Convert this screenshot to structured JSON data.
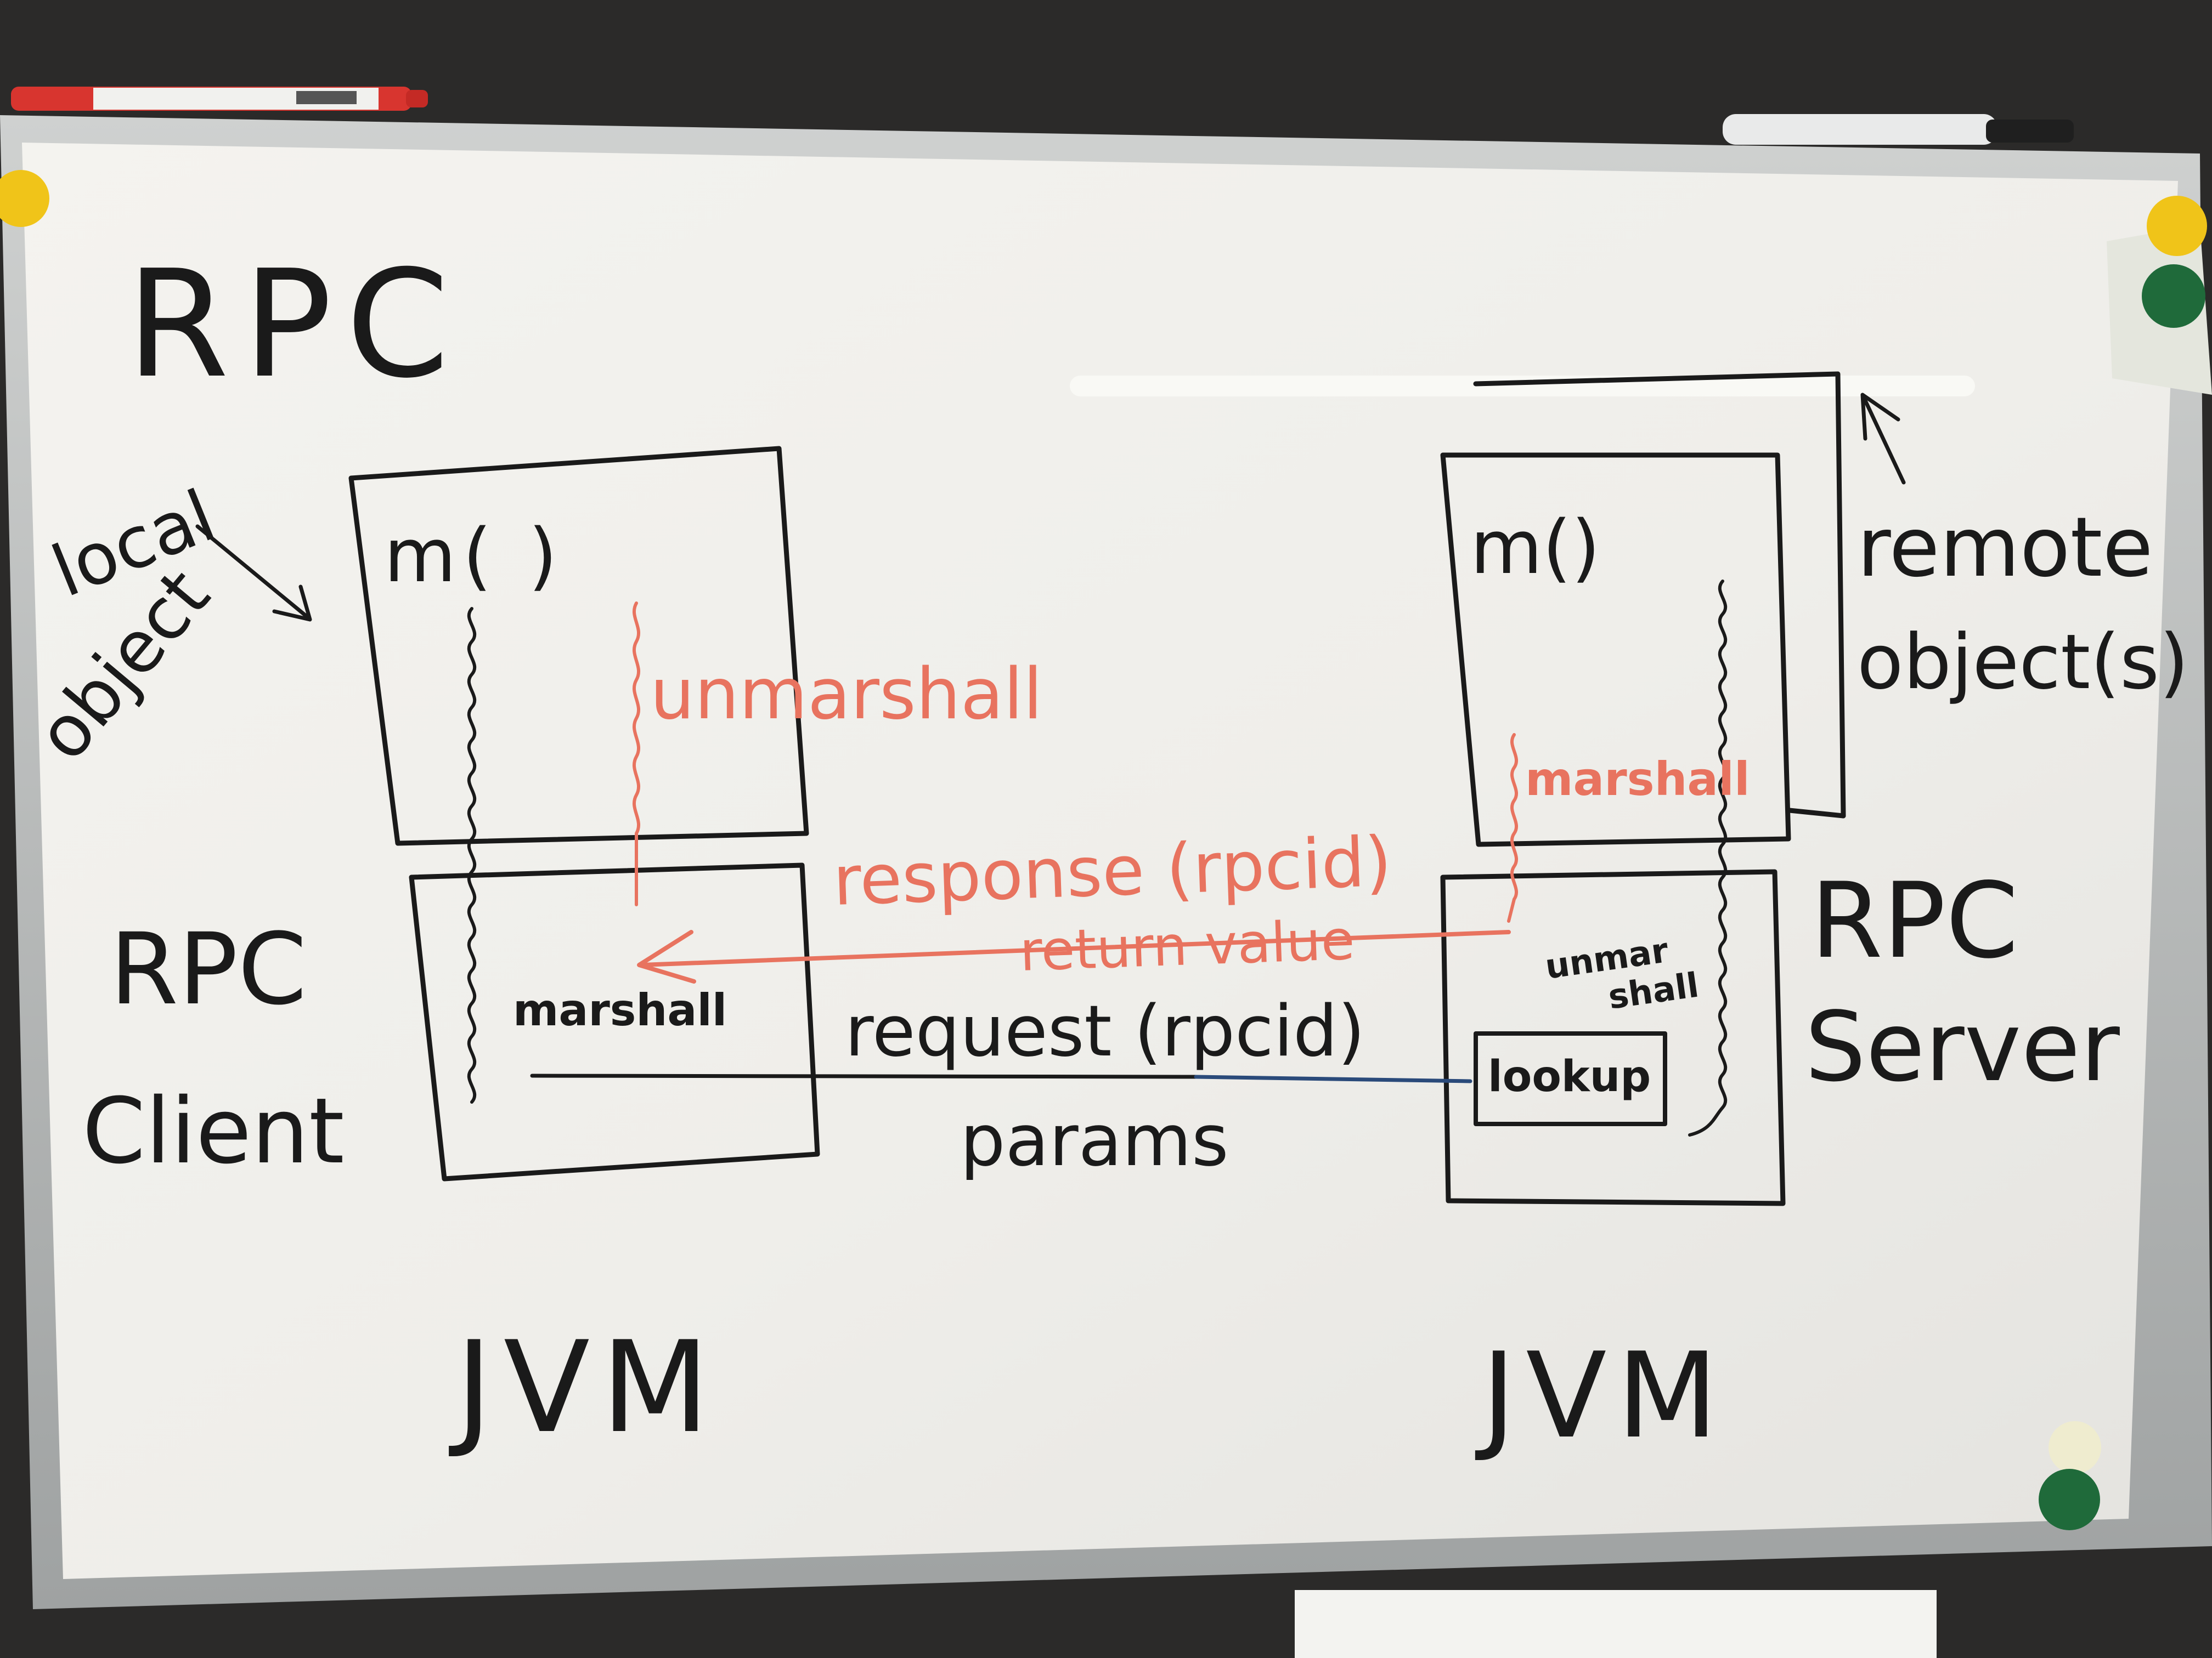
{
  "title": "RPC",
  "annotations": {
    "local_object_line1": "local",
    "local_object_line2": "object",
    "remote_objects_line1": "remote",
    "remote_objects_line2": "object(s)"
  },
  "client": {
    "method": "m( )",
    "unmarshall": "unmarshall",
    "marshall": "marshall",
    "label_line1": "RPC",
    "label_line2": "Client",
    "jvm": "JVM"
  },
  "server": {
    "method": "m()",
    "marshall": "marshall",
    "unmarshall_line1": "unmar",
    "unmarshall_line2": "shall",
    "lookup": "lookup",
    "label_line1": "RPC",
    "label_line2": "Server",
    "jvm": "JVM"
  },
  "messages": {
    "response": "response (rpcid)",
    "return_value": "return value",
    "request": "request (rpcid)",
    "params": "params"
  },
  "colors": {
    "ink_black": "#1a1a1a",
    "ink_red": "#e8735f",
    "ink_blue": "#2a4a7a",
    "board": "#efeeea",
    "frame": "#b9bcbc",
    "wall": "#2b2a29"
  }
}
